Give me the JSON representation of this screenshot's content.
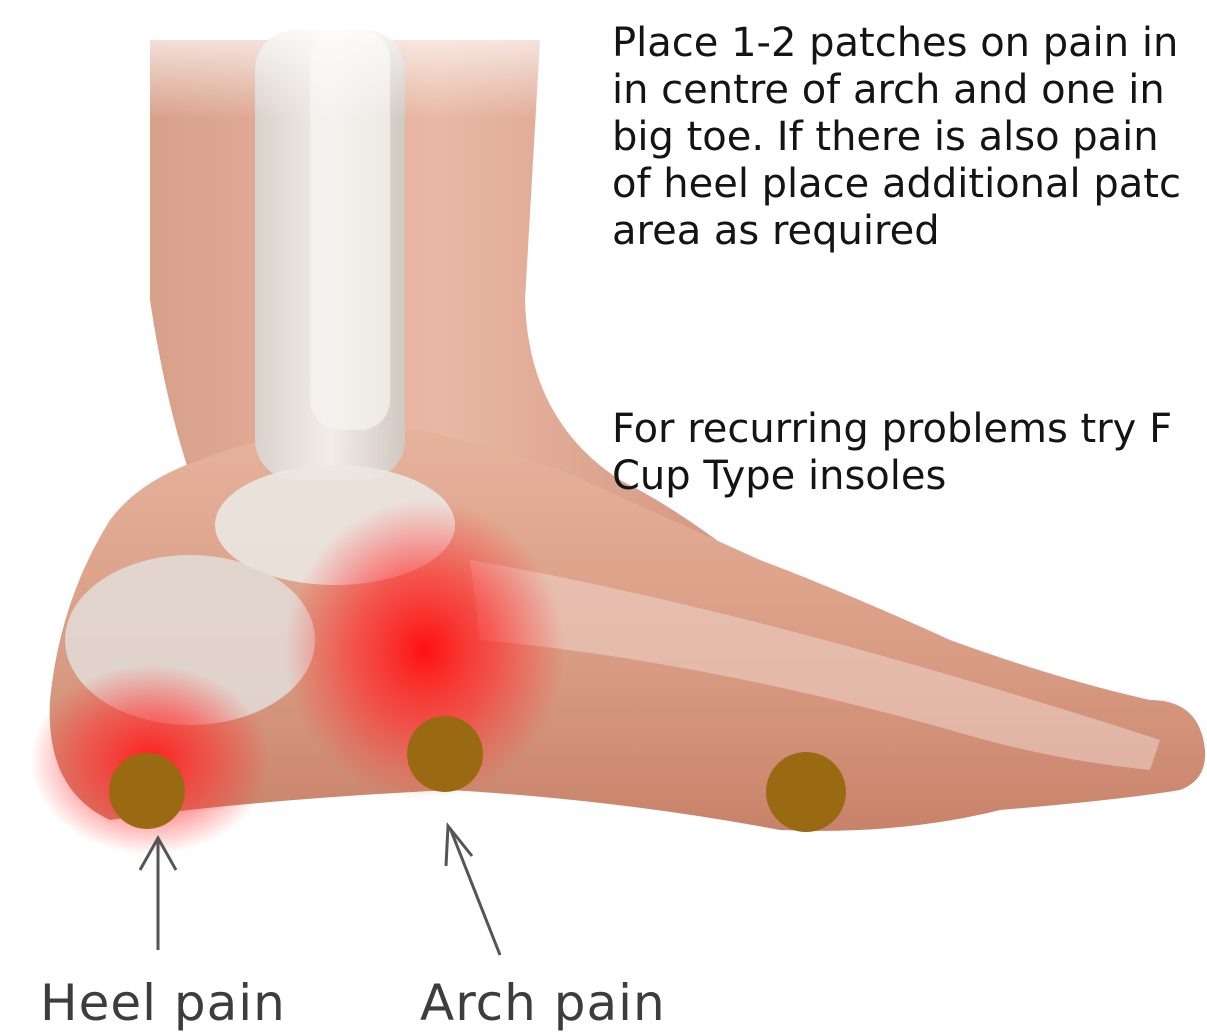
{
  "instructions": {
    "paragraph_1": [
      "Place 1-2 patches on pain in",
      "in centre of arch and one in",
      "big toe.  If there is also pain",
      "of heel place additional patc",
      "area as required"
    ],
    "paragraph_2": [
      "For recurring problems try F",
      "Cup Type insoles"
    ]
  },
  "labels": {
    "heel": "Heel pain",
    "arch": "Arch pain"
  },
  "markers": [
    {
      "name": "heel-patch-marker",
      "color": "#9a6a12"
    },
    {
      "name": "arch-patch-marker",
      "color": "#9a6a12"
    },
    {
      "name": "toe-patch-marker",
      "color": "#9a6a12"
    }
  ],
  "colors": {
    "skin": "#e0a48c",
    "bone": "#e8e4df",
    "inflammation": "#ff2020",
    "patch": "#9a6a12",
    "text": "#141414"
  }
}
